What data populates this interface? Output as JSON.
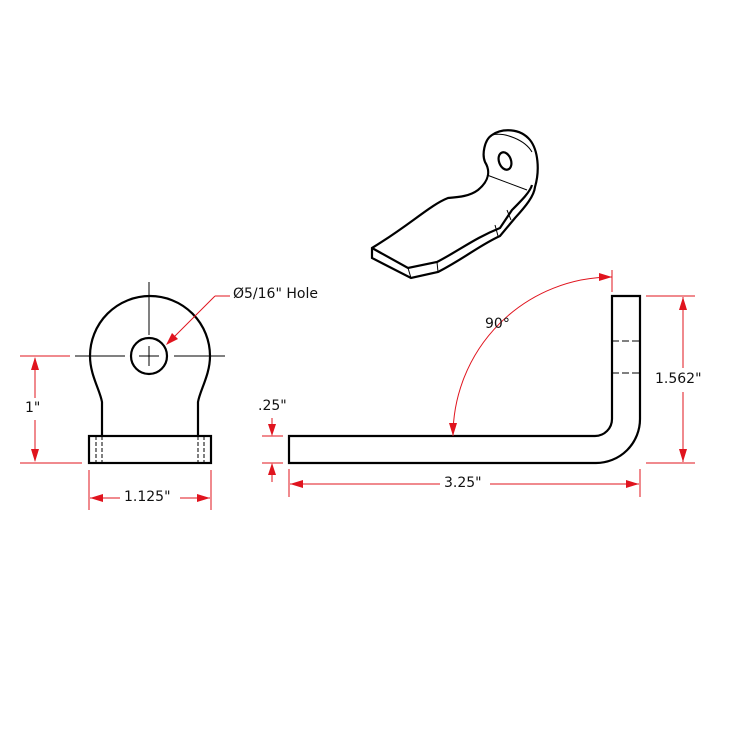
{
  "labels": {
    "hole": "Ø5/16\" Hole",
    "height_front": "1\"",
    "width_front": "1.125\"",
    "thickness": ".25\"",
    "length": "3.25\"",
    "height_side": "1.562\"",
    "angle": "90°"
  },
  "colors": {
    "part": "#000000",
    "dimension": "#e0141e"
  }
}
